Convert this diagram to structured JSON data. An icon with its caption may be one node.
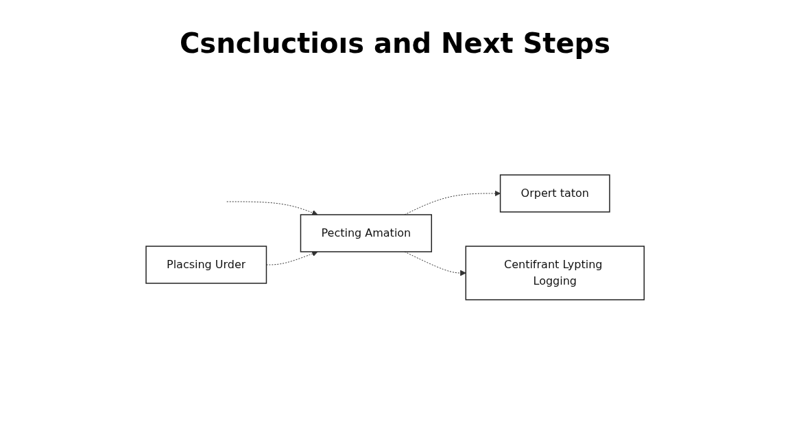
{
  "diagram": {
    "title": "Csncluctioıs and Next Steps",
    "nodes": [
      {
        "text": [
          "Placsing Urder"
        ]
      },
      {
        "text": [
          "Pecting Amation"
        ]
      },
      {
        "text": [
          "Orpert taton"
        ]
      },
      {
        "text": [
          "Centifrant Lypting Logging"
        ]
      }
    ],
    "edges": [
      {
        "from": null,
        "to": 1,
        "arrow": "to",
        "style": "dashed"
      },
      {
        "from": 0,
        "to": 1,
        "arrow": "to",
        "style": "dashed"
      },
      {
        "from": 1,
        "to": 2,
        "arrow": "to",
        "style": "dashed"
      },
      {
        "from": 1,
        "to": 3,
        "arrow": "to",
        "style": "dashed"
      }
    ]
  }
}
